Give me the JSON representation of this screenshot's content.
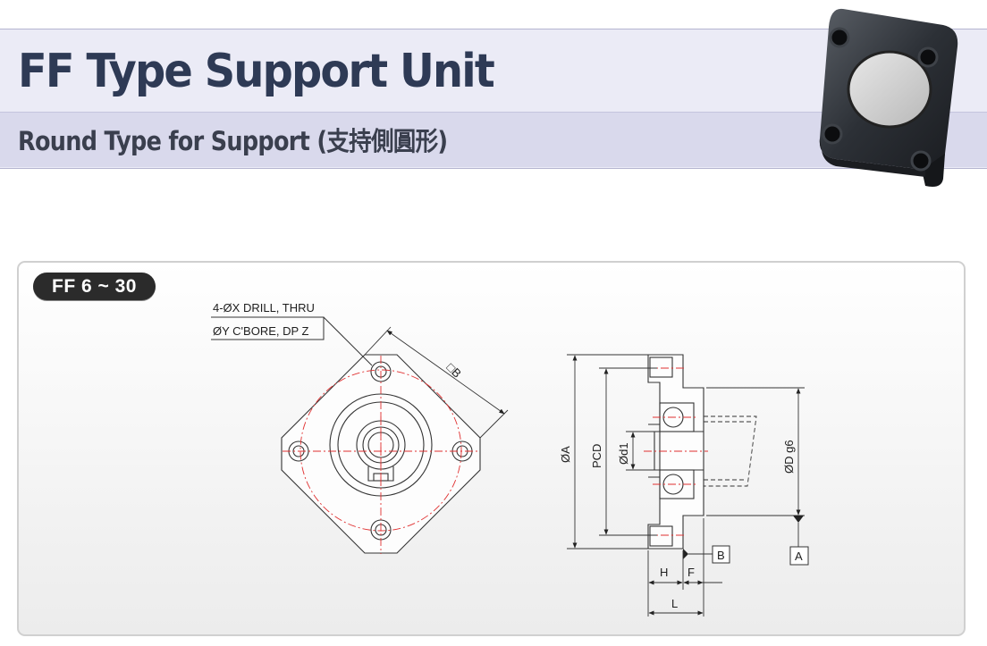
{
  "header": {
    "title": "FF Type Support Unit",
    "subtitle": "Round Type for Support (支持側圓形)"
  },
  "badge": {
    "range": "FF 6 ~ 30"
  },
  "front_view": {
    "callout_line1": "4-ØX DRILL, THRU",
    "callout_line2": "ØY C'BORE, DP Z",
    "square_dim": "□B"
  },
  "side_view": {
    "dim_A": "ØA",
    "dim_PCD": "PCD",
    "dim_d1": "Ød1",
    "dim_D": "ØD g6",
    "dim_H": "H",
    "dim_F": "F",
    "dim_L": "L",
    "datum_A": "A",
    "datum_B": "B"
  },
  "colors": {
    "title": "#2e3a55",
    "header_band": "#ebebf6",
    "subtitle_band": "#d9d9ec",
    "centerline": "#e03030",
    "badge": "#2b2b2b"
  }
}
